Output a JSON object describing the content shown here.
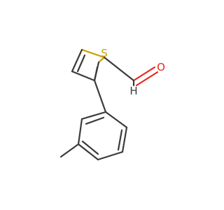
{
  "molecule": {
    "atoms": {
      "sulfur": {
        "symbol": "S",
        "color": "#c9a000"
      },
      "oxygen": {
        "symbol": "O",
        "color": "#e8261e"
      },
      "hydrogen": {
        "symbol": "H",
        "color": "#3b3b3b"
      }
    },
    "bond_color": "#3b3b3b"
  }
}
